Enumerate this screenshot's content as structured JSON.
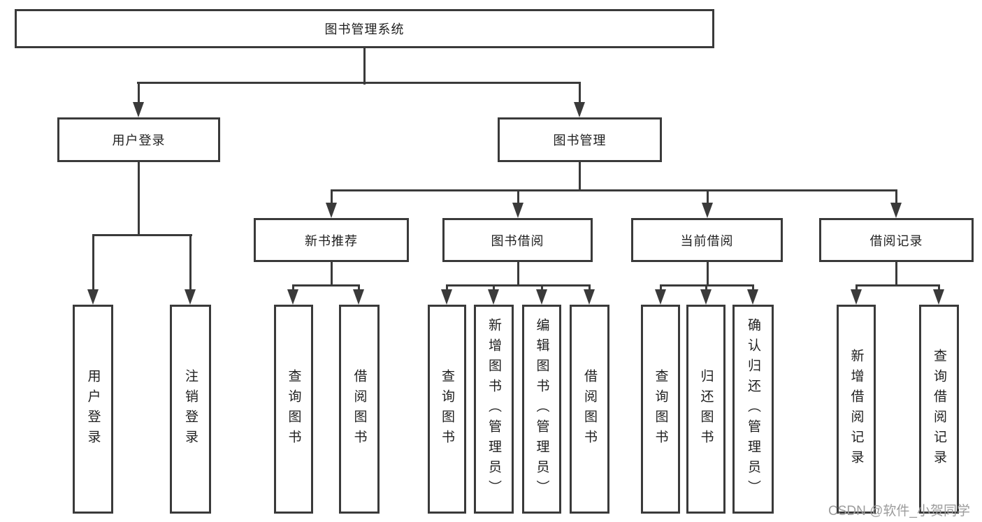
{
  "diagram": {
    "root": {
      "label": "图书管理系统"
    },
    "level2": [
      {
        "label": "用户登录"
      },
      {
        "label": "图书管理"
      }
    ],
    "level3": [
      {
        "label": "新书推荐",
        "parent": "图书管理"
      },
      {
        "label": "图书借阅",
        "parent": "图书管理"
      },
      {
        "label": "当前借阅",
        "parent": "图书管理"
      },
      {
        "label": "借阅记录",
        "parent": "图书管理"
      }
    ],
    "leaves": [
      {
        "label": "用户登录",
        "parent": "用户登录"
      },
      {
        "label": "注销登录",
        "parent": "用户登录"
      },
      {
        "label": "查询图书",
        "parent": "新书推荐"
      },
      {
        "label": "借阅图书",
        "parent": "新书推荐"
      },
      {
        "label": "查询图书",
        "parent": "图书借阅"
      },
      {
        "label": "新增图书（管理员）",
        "parent": "图书借阅"
      },
      {
        "label": "编辑图书（管理员）",
        "parent": "图书借阅"
      },
      {
        "label": "借阅图书",
        "parent": "图书借阅"
      },
      {
        "label": "查询图书",
        "parent": "当前借阅"
      },
      {
        "label": "归还图书",
        "parent": "当前借阅"
      },
      {
        "label": "确认归还（管理员）",
        "parent": "当前借阅"
      },
      {
        "label": "新增借阅记录",
        "parent": "借阅记录"
      },
      {
        "label": "查询借阅记录",
        "parent": "借阅记录"
      }
    ],
    "watermark": "CSDN @软件_小贺同学",
    "colors": {
      "line": "#3a3a3a",
      "text": "#1f1f1f",
      "background": "#ffffff",
      "watermark": "#9c9c9c"
    }
  }
}
